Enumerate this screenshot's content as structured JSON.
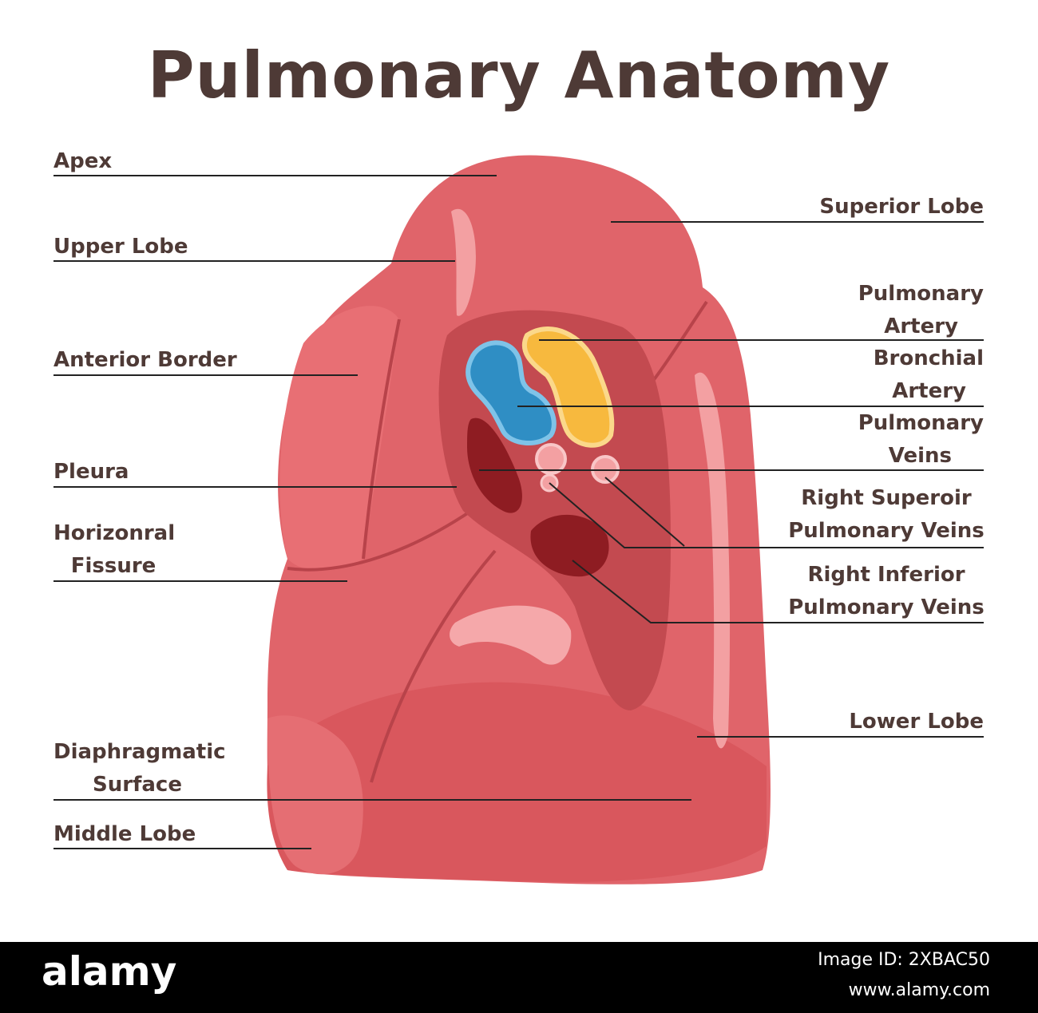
{
  "title": "Pulmonary Anatomy",
  "labels": {
    "apex": "Apex",
    "upper_lobe": "Upper Lobe",
    "anterior_border": "Anterior Border",
    "pleura": "Pleura",
    "horizontal_fissure_1": "Horizonral",
    "horizontal_fissure_2": "Fissure",
    "diaphragmatic_surface_1": "Diaphragmatic",
    "diaphragmatic_surface_2": "Surface",
    "middle_lobe": "Middle Lobe",
    "superior_lobe": "Superior Lobe",
    "pulmonary_artery_1": "Pulmonary",
    "pulmonary_artery_2": "Artery",
    "bronchial_artery_1": "Bronchial",
    "bronchial_artery_2": "Artery",
    "pulmonary_veins_1": "Pulmonary",
    "pulmonary_veins_2": "Veins",
    "right_superior_1": "Right Superoir",
    "right_superior_2": "Pulmonary Veins",
    "right_inferior_1": "Right Inferior",
    "right_inferior_2": "Pulmonary Veins",
    "lower_lobe": "Lower Lobe"
  },
  "footer": {
    "logo": "alamy",
    "image_id": "Image ID: 2XBAC50",
    "url": "www.alamy.com"
  },
  "colors": {
    "lung": "#e0646a",
    "lung_dark": "#c8474f",
    "cavity": "#c34a50",
    "vessel_blue": "#2f8ec4",
    "vessel_yellow": "#f7b93e",
    "vein_dark": "#8e1c22",
    "highlight": "#f3a0a2",
    "text": "#4e3a36"
  }
}
